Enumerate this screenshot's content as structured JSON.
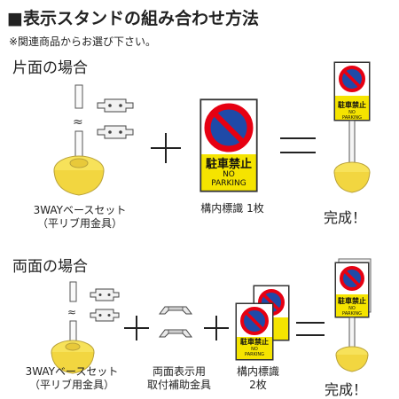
{
  "title": "■表示スタンドの組み合わせ方法",
  "note": "※関連商品からお選び下さい。",
  "sections": {
    "single": {
      "heading": "片面の場合",
      "base_caption_1": "3WAYベースセット",
      "base_caption_2": "（平リブ用金具）",
      "sign_caption": "構内標識 1枚",
      "result": "完成！"
    },
    "double": {
      "heading": "両面の場合",
      "base_caption_1": "3WAYベースセット",
      "base_caption_2": "（平リブ用金具）",
      "aux_caption_1": "両面表示用",
      "aux_caption_2": "取付補助金具",
      "sign_caption_1": "構内標識",
      "sign_caption_2": "2枚",
      "result": "完成！"
    }
  },
  "sign": {
    "main_text": "駐車禁止",
    "sub_text_1": "NO",
    "sub_text_2": "PARKING"
  },
  "colors": {
    "base_yellow": "#f7e25a",
    "sign_yellow": "#f5e400",
    "sign_red": "#e60012",
    "sign_blue": "#1f4aa8"
  }
}
